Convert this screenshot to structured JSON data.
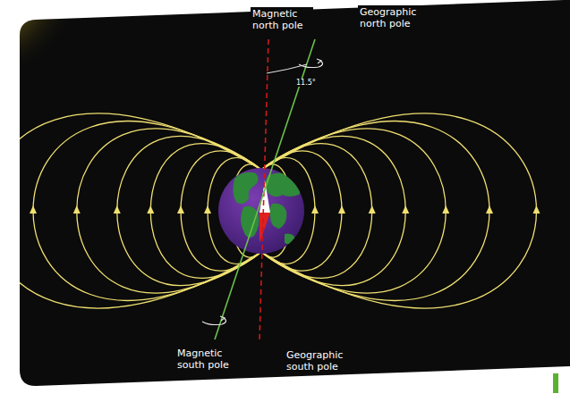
{
  "diagram": {
    "labels": [
      "Magnetic north pole",
      "Geographic north pole",
      "11.5°",
      "Magnetic south pole",
      "Geographic south pole"
    ]
  }
}
